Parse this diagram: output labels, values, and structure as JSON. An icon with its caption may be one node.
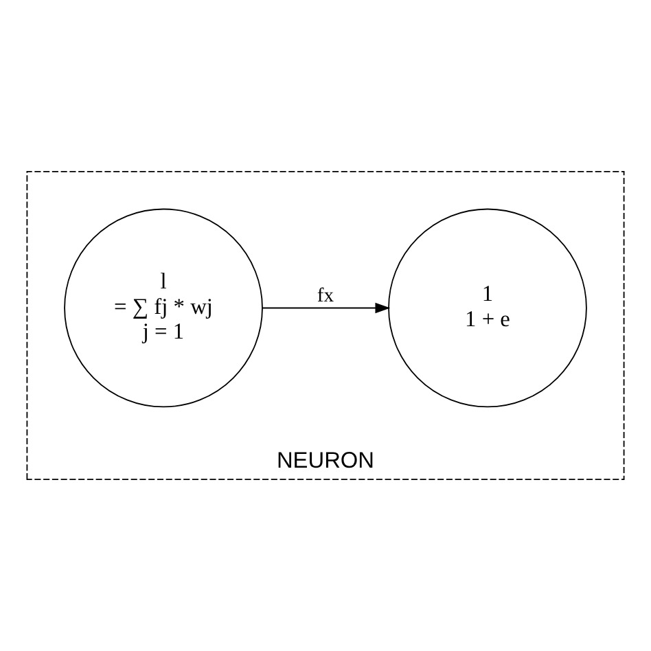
{
  "diagram": {
    "nodes": [
      {
        "text": [
          "NEURON"
        ]
      },
      {
        "text": [
          "l",
          "= ∑ fj * wj",
          "j = 1"
        ],
        "in": 0
      },
      {
        "text": [
          "1",
          "1 + e"
        ],
        "in": 0
      }
    ],
    "edges": [
      {
        "from": 1,
        "to": 2,
        "arrow": "to",
        "label": "fx"
      }
    ]
  }
}
